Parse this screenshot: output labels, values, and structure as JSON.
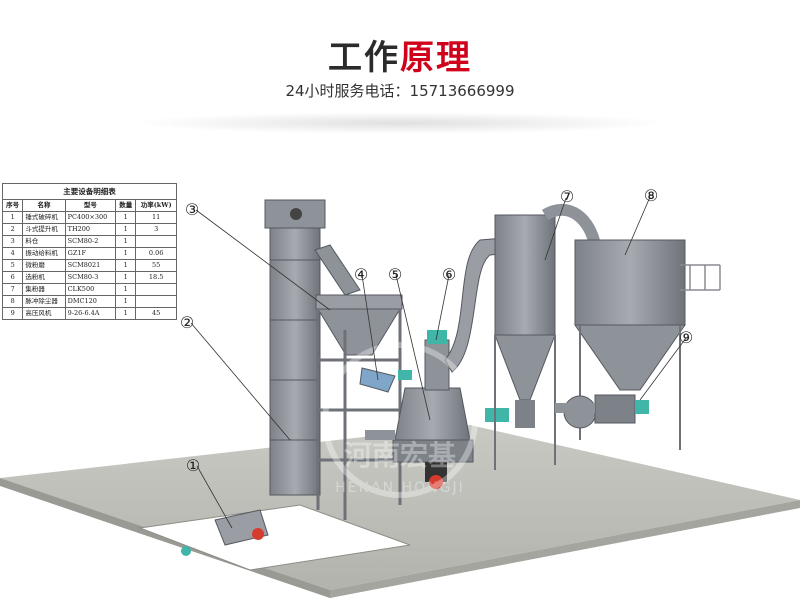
{
  "header": {
    "title_part1": "工作",
    "title_part2": "原理",
    "subtitle": "24小时服务电话：15713666999"
  },
  "colors": {
    "title_dark": "#2b2b2b",
    "title_red": "#d0021b",
    "machine_gray": "#8e9299",
    "floor": "#bdbdb6",
    "accent_teal": "#3fb6a8"
  },
  "table": {
    "caption": "主要设备明细表",
    "headers": [
      "序号",
      "名称",
      "型号",
      "数量",
      "功率(kW)"
    ],
    "rows": [
      [
        "1",
        "锤式破碎机",
        "PC400×300",
        "1",
        "11"
      ],
      [
        "2",
        "斗式提升机",
        "TH200",
        "1",
        "3"
      ],
      [
        "3",
        "料仓",
        "SCM80-2",
        "1",
        ""
      ],
      [
        "4",
        "振动给料机",
        "GZ1F",
        "1",
        "0.06"
      ],
      [
        "5",
        "微粉磨",
        "SCM8021",
        "1",
        "55"
      ],
      [
        "6",
        "选粉机",
        "SCM80-3",
        "1",
        "18.5"
      ],
      [
        "7",
        "集粉器",
        "CLK500",
        "1",
        ""
      ],
      [
        "8",
        "脉冲除尘器",
        "DMC120",
        "1",
        ""
      ],
      [
        "9",
        "高压风机",
        "9-26-6.4A",
        "1",
        "45"
      ]
    ]
  },
  "callouts": [
    "①",
    "②",
    "③",
    "④",
    "⑤",
    "⑥",
    "⑦",
    "⑧",
    "⑨"
  ],
  "watermark": {
    "cn": "河南宏基",
    "en": "HENAN HONGJI"
  }
}
